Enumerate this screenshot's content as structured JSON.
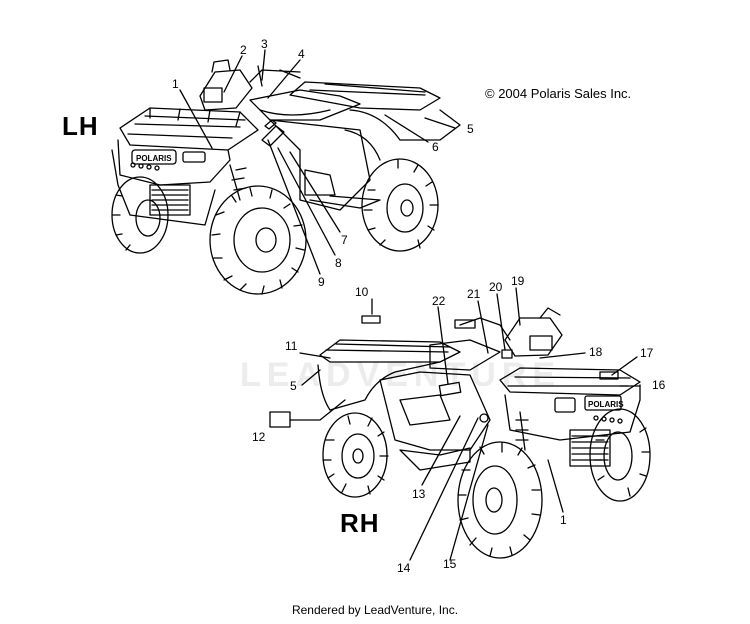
{
  "labels": {
    "lh": "LH",
    "rh": "RH",
    "copyright": "© 2004 Polaris Sales Inc.",
    "rendered_by": "Rendered by LeadVenture, Inc.",
    "watermark": "LEADVENTURE",
    "decal_brand_lh": "POLARIS",
    "decal_brand_rh": "POLARIS"
  },
  "callouts_lh": [
    "1",
    "2",
    "3",
    "4",
    "5",
    "6",
    "7",
    "8",
    "9"
  ],
  "callouts_rh": [
    "10",
    "11",
    "5",
    "12",
    "22",
    "21",
    "20",
    "19",
    "18",
    "17",
    "16",
    "13",
    "14",
    "15",
    "1"
  ]
}
